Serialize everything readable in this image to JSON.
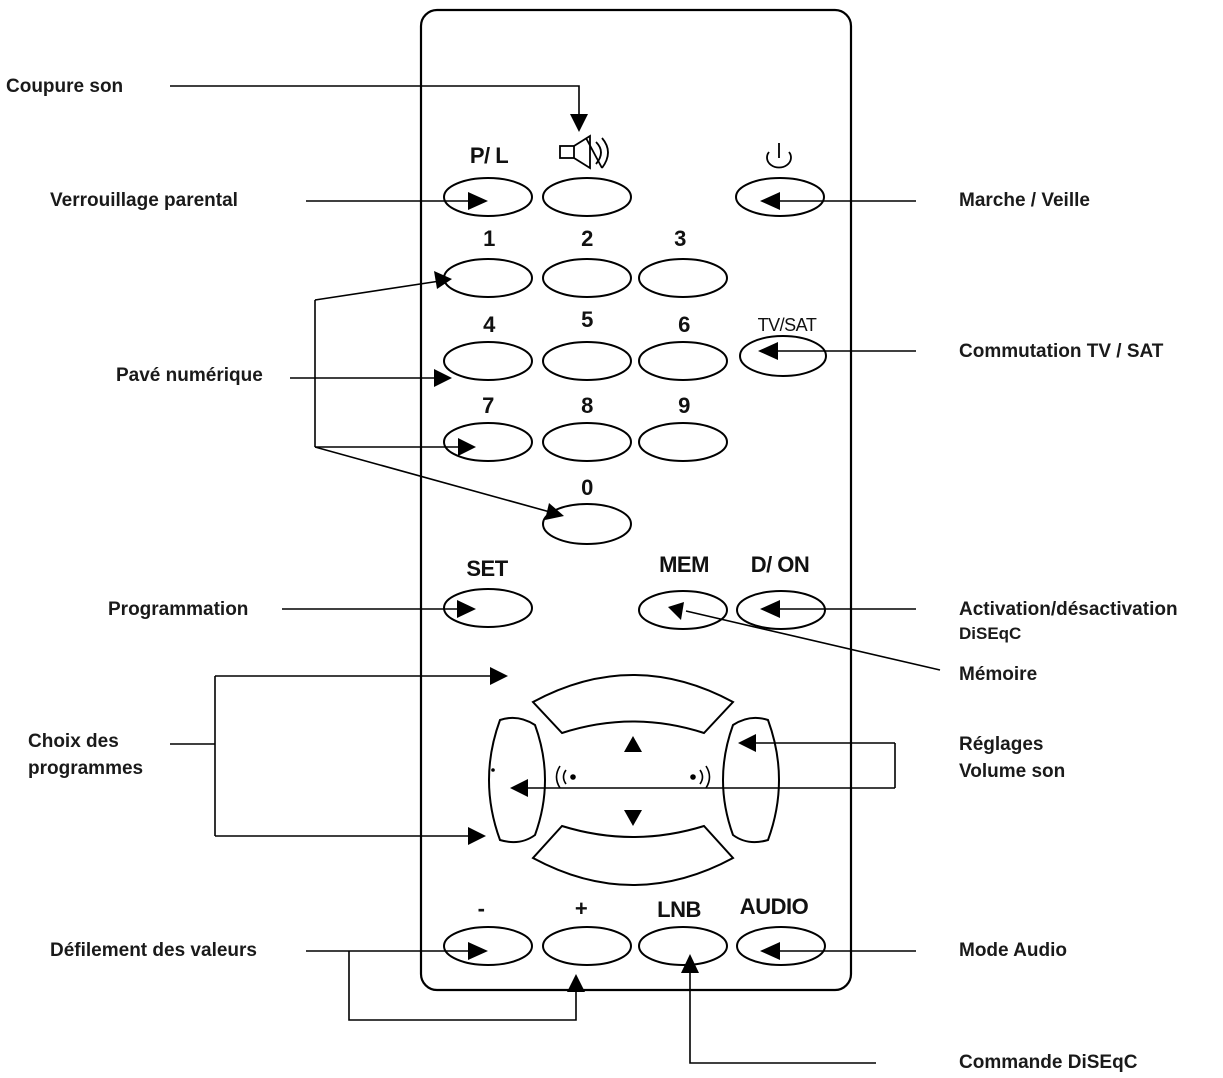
{
  "callouts": {
    "coupure_son": "Coupure son",
    "verrouillage": "Verrouillage parental",
    "pave": "Pavé numérique",
    "programmation": "Programmation",
    "choix_1": "Choix des",
    "choix_2": "programmes",
    "defilement": "Défilement des valeurs",
    "marche": "Marche / Veille",
    "commutation": "Commutation TV / SAT",
    "activation_1": "Activation/désactivation",
    "activation_2": "DiSEqC",
    "memoire": "Mémoire",
    "reglages_1": "Réglages",
    "reglages_2": "Volume son",
    "mode_audio": "Mode Audio",
    "commande": "Commande DiSEqC"
  },
  "buttons": {
    "pl": "P/ L",
    "k1": "1",
    "k2": "2",
    "k3": "3",
    "k4": "4",
    "k5": "5",
    "k6": "6",
    "tvsat": "TV/SAT",
    "k7": "7",
    "k8": "8",
    "k9": "9",
    "k0": "0",
    "set": "SET",
    "mem": "MEM",
    "don": "D/ ON",
    "minus": "-",
    "plus": "+",
    "lnb": "LNB",
    "audio": "AUDIO"
  },
  "icons": {
    "mute": "speaker-mute-icon",
    "power": "power-icon",
    "up": "triangle-up-icon",
    "down": "triangle-down-icon",
    "vol_down": "volume-down-icon",
    "vol_up": "volume-up-icon"
  }
}
